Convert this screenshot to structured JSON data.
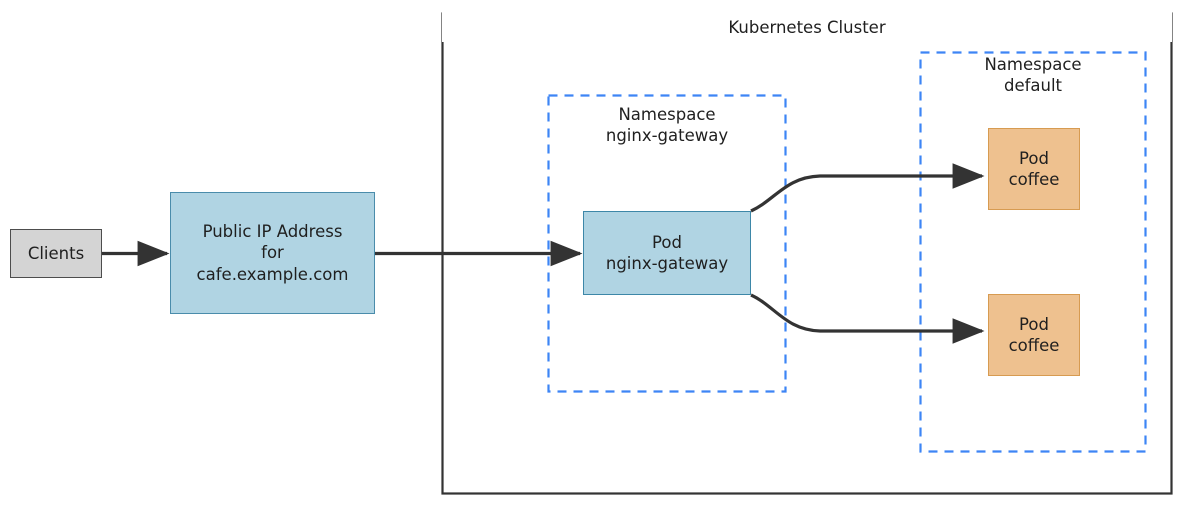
{
  "diagram": {
    "title": "Kubernetes Cluster",
    "cluster": {
      "label": "Kubernetes Cluster",
      "border_color": "#333333"
    },
    "namespaces": [
      {
        "name": "nginx-gateway",
        "label_line1": "Namespace",
        "label_line2": "nginx-gateway",
        "border_color": "#3d85f5",
        "border_style": "dashed"
      },
      {
        "name": "default",
        "label_line1": "Namespace",
        "label_line2": "default",
        "border_color": "#3d85f5",
        "border_style": "dashed"
      }
    ],
    "nodes": {
      "clients": {
        "label": "Clients",
        "fill": "#d4d4d4",
        "stroke": "#4d4d4d"
      },
      "public_ip": {
        "label_line1": "Public IP Address",
        "label_line2": "for",
        "label_line3": "cafe.example.com",
        "fill": "#b0d4e3",
        "stroke": "#4a8cab"
      },
      "gateway_pod": {
        "label_line1": "Pod",
        "label_line2": "nginx-gateway",
        "fill": "#b0d4e3",
        "stroke": "#3d87a8"
      },
      "coffee_pod_1": {
        "label_line1": "Pod",
        "label_line2": "coffee",
        "fill": "#eec18f",
        "stroke": "#d79b51"
      },
      "coffee_pod_2": {
        "label_line1": "Pod",
        "label_line2": "coffee",
        "fill": "#eec18f",
        "stroke": "#d79b51"
      }
    },
    "edges": [
      {
        "from": "clients",
        "to": "public_ip",
        "style": "straight-arrow",
        "color": "#333333"
      },
      {
        "from": "public_ip",
        "to": "gateway_pod",
        "style": "straight-arrow",
        "color": "#333333"
      },
      {
        "from": "gateway_pod",
        "to": "coffee_pod_1",
        "style": "curved-arrow",
        "color": "#333333"
      },
      {
        "from": "gateway_pod",
        "to": "coffee_pod_2",
        "style": "curved-arrow",
        "color": "#333333"
      }
    ]
  }
}
